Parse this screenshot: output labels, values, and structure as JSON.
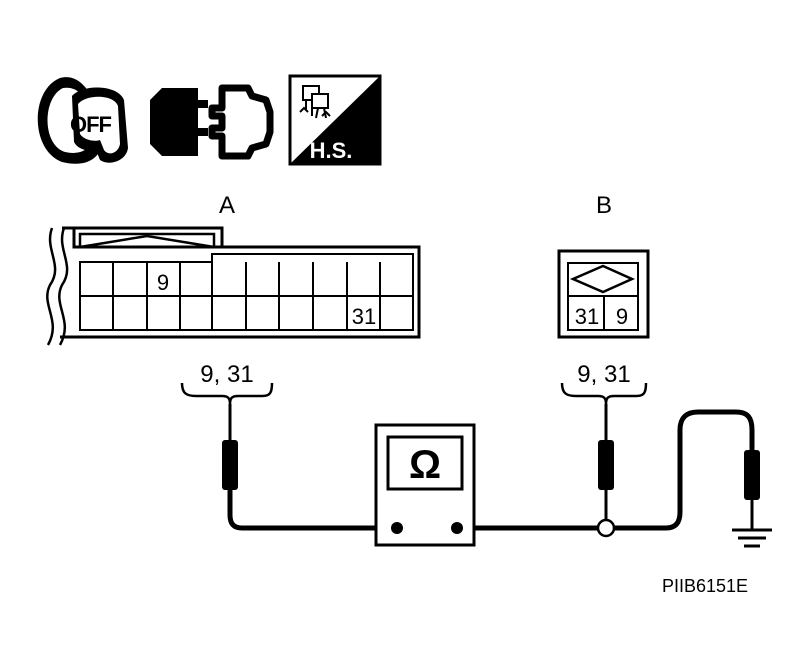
{
  "icons": {
    "ignition": {
      "name": "ignition-key-off-icon",
      "label": "OFF"
    },
    "connector": {
      "name": "disconnect-connector-icon"
    },
    "harness": {
      "name": "harness-side-icon",
      "label": "H.S."
    }
  },
  "connector_a": {
    "label": "A",
    "pins": [
      "9",
      "31"
    ],
    "terminals": "9, 31"
  },
  "connector_b": {
    "label": "B",
    "pins": [
      "31",
      "9"
    ],
    "terminals": "9, 31"
  },
  "meter": {
    "symbol": "Ω"
  },
  "figure_code": "PIIB6151E"
}
